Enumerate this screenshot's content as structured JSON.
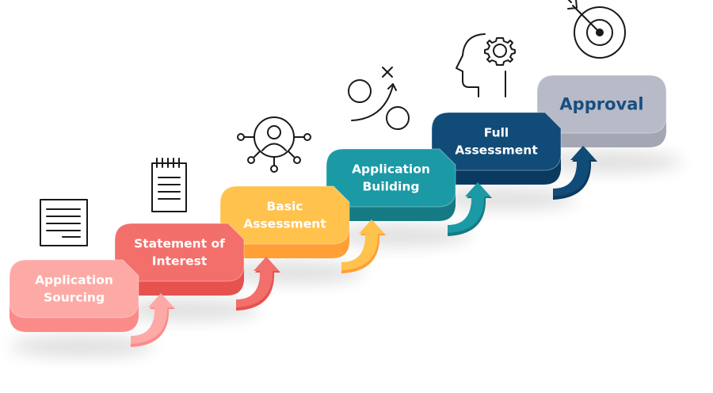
{
  "diagram": {
    "steps": [
      {
        "lines": [
          "Application",
          "Sourcing"
        ],
        "face": "#fdaaa6",
        "side": "#fb8b88",
        "text": "#ffffff",
        "icon": "document-icon"
      },
      {
        "lines": [
          "Statement of",
          "Interest"
        ],
        "face": "#f26f6b",
        "side": "#e6524e",
        "text": "#ffffff",
        "icon": "notepad-icon"
      },
      {
        "lines": [
          "Basic",
          "Assessment"
        ],
        "face": "#ffc24c",
        "side": "#ff9f36",
        "text": "#ffffff",
        "icon": "network-person-icon"
      },
      {
        "lines": [
          "Application",
          "Building"
        ],
        "face": "#1b9aa6",
        "side": "#157a84",
        "text": "#ffffff",
        "icon": "strategy-play-icon"
      },
      {
        "lines": [
          "Full",
          "Assessment"
        ],
        "face": "#114b78",
        "side": "#0b3a60",
        "text": "#ffffff",
        "icon": "head-gear-icon"
      },
      {
        "lines": [
          "Approval"
        ],
        "face": "#b8bac8",
        "side": "#a4a6b4",
        "text": "#174f7f",
        "icon": "target-icon"
      }
    ]
  }
}
